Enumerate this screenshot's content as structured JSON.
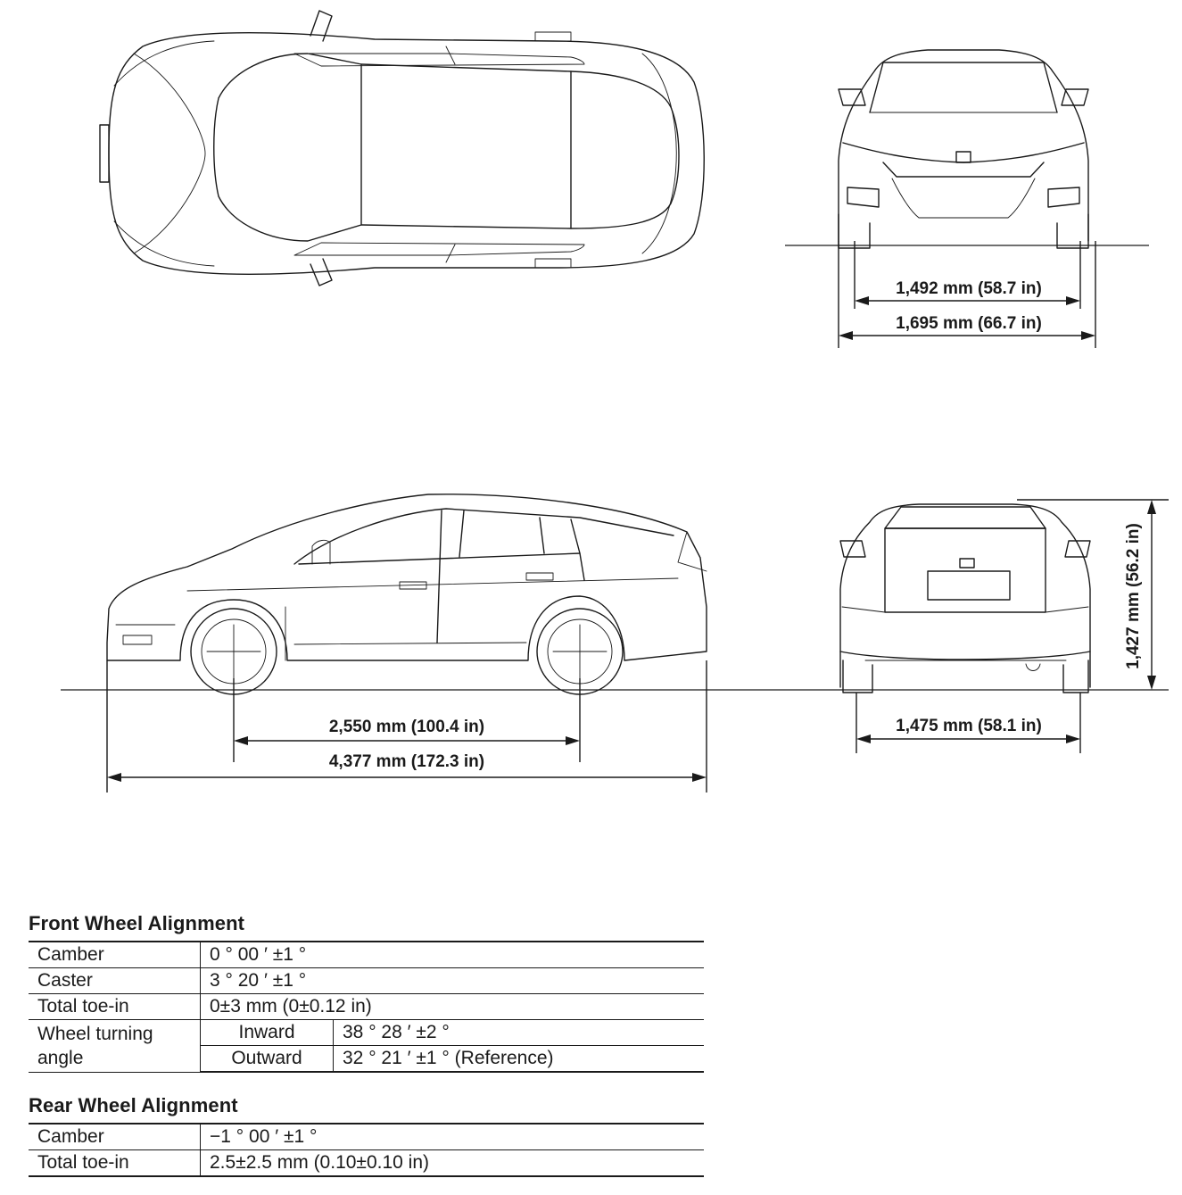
{
  "dimensions": {
    "front_tread": "1,492 mm (58.7 in)",
    "overall_width": "1,695 mm (66.7 in)",
    "wheelbase": "2,550 mm (100.4 in)",
    "overall_length": "4,377 mm (172.3 in)",
    "rear_tread": "1,475 mm (58.1 in)",
    "overall_height": "1,427 mm (56.2 in)"
  },
  "front_alignment": {
    "title": "Front Wheel Alignment",
    "camber_label": "Camber",
    "camber_value": "0 ° 00 ′ ±1 °",
    "caster_label": "Caster",
    "caster_value": "3 ° 20 ′ ±1 °",
    "toe_label": "Total toe-in",
    "toe_value": "0±3 mm (0±0.12 in)",
    "turning_label": "Wheel turning angle",
    "inward_label": "Inward",
    "inward_value": "38 ° 28 ′ ±2 °",
    "outward_label": "Outward",
    "outward_value": "32 ° 21 ′ ±1 ° (Reference)"
  },
  "rear_alignment": {
    "title": "Rear Wheel Alignment",
    "camber_label": "Camber",
    "camber_value": "−1 ° 00 ′ ±1 °",
    "toe_label": "Total toe-in",
    "toe_value": "2.5±2.5 mm (0.10±0.10 in)"
  }
}
